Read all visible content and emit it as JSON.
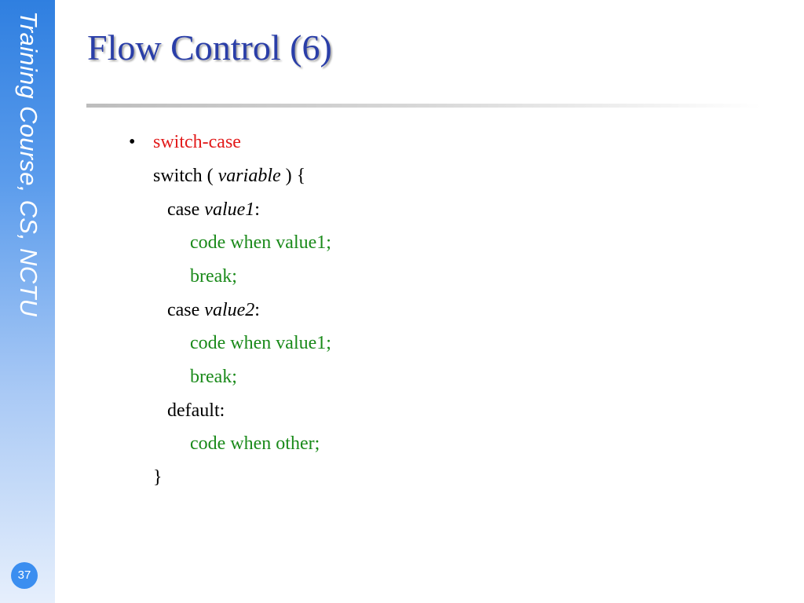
{
  "sidebar": {
    "label": "Training Course, CS, NCTU",
    "page_number": "37"
  },
  "slide": {
    "title": "Flow Control (6)",
    "bullet_glyph": "•",
    "heading": "switch-case",
    "code": {
      "switch_open_pre": "switch ( ",
      "switch_var": "variable",
      "switch_open_post": " ) {",
      "case1_pre": "case ",
      "case1_val": "value1",
      "case1_colon": ":",
      "case1_code": "code when value1;",
      "case1_break": "break;",
      "case2_pre": "case ",
      "case2_val": "value2",
      "case2_colon": ":",
      "case2_code": "code when value1;",
      "case2_break": "break;",
      "default_label": "default:",
      "default_code": "code when other;",
      "close": "}"
    }
  },
  "colors": {
    "title": "#2a3ea8",
    "heading": "#e21a1a",
    "code_body": "#1a8a1a"
  }
}
